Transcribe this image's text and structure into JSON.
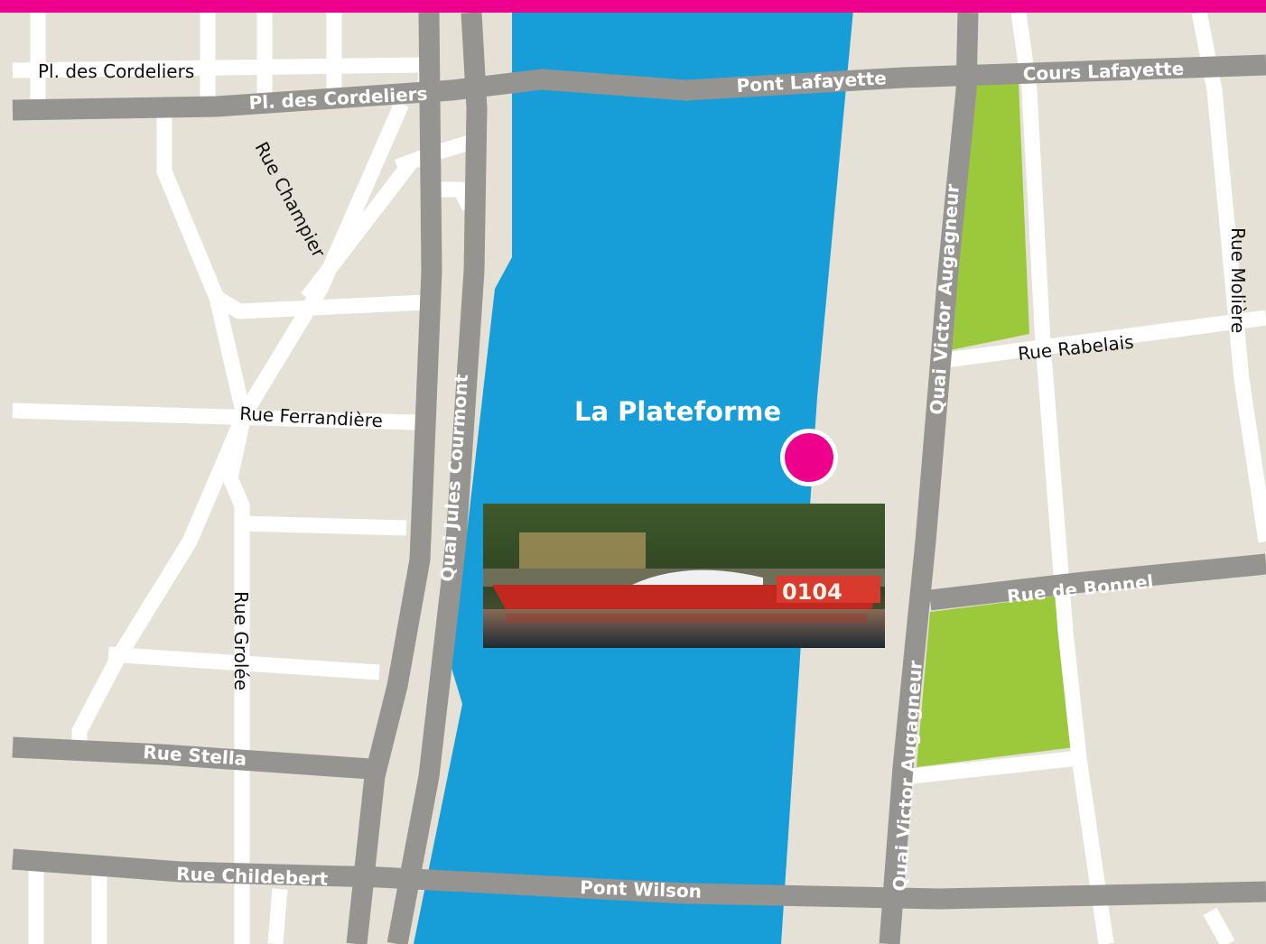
{
  "colors": {
    "background": "#e6e1d6",
    "water": "#179ed8",
    "major_road": "#959490",
    "minor_road": "#ffffff",
    "park": "#9cc93c",
    "accent": "#ec008c"
  },
  "map": {
    "marker_title": "La Plateforme",
    "marker_icon": "location-dot-icon",
    "photo": "boat-photo",
    "streets": {
      "pl_cordeliers_top": "Pl. des Cordeliers",
      "pl_cordeliers_road": "Pl. des Cordeliers",
      "pont_lafayette": "Pont Lafayette",
      "cours_lafayette": "Cours Lafayette",
      "rue_champier": "Rue Champier",
      "rue_moliere": "Rue Molière",
      "rue_rabelais": "Rue Rabelais",
      "rue_ferrandiere": "Rue Ferrandière",
      "quai_jules_courmont": "Quai Jules Courmont",
      "quai_victor_augagneur_north": "Quai Victor Augagneur",
      "quai_victor_augagneur_south": "Quai Victor Augagneur",
      "rue_de_bonnel": "Rue de Bonnel",
      "rue_grolee": "Rue Grolée",
      "rue_stella": "Rue Stella",
      "rue_childebert": "Rue Childebert",
      "pont_wilson": "Pont Wilson"
    }
  }
}
